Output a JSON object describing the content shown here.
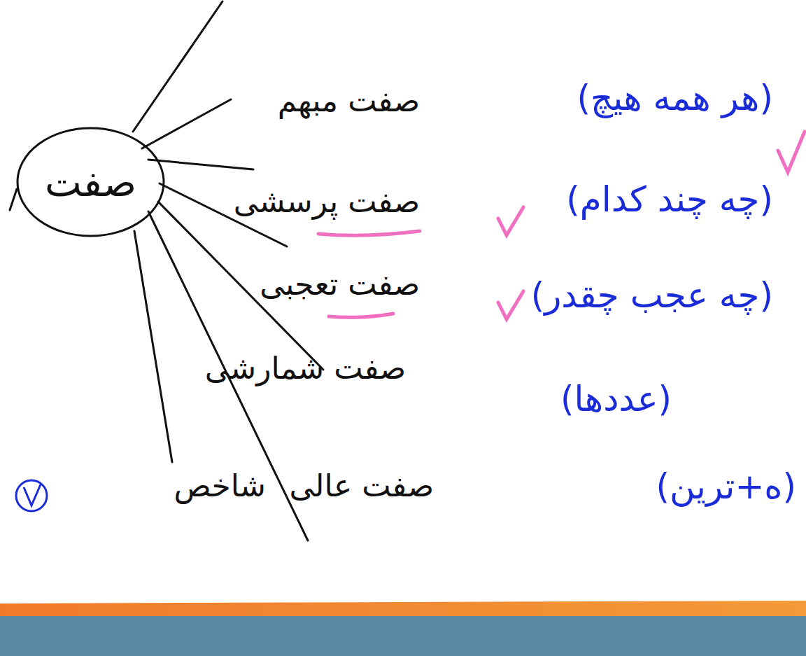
{
  "diagram": {
    "nodes": [
      {
        "text": [
          "صفت"
        ]
      }
    ],
    "labels": [
      "صفت مبهم",
      "(هر همه هیچ)",
      "صفت پرسشی",
      "(چه چند کدام)",
      "صفت تعجبی",
      "(چه عجب چقدر)",
      "صفت شمارشی",
      "(عددها)",
      "صفت عالی",
      "(ه+ترین)",
      "شاخص"
    ]
  }
}
